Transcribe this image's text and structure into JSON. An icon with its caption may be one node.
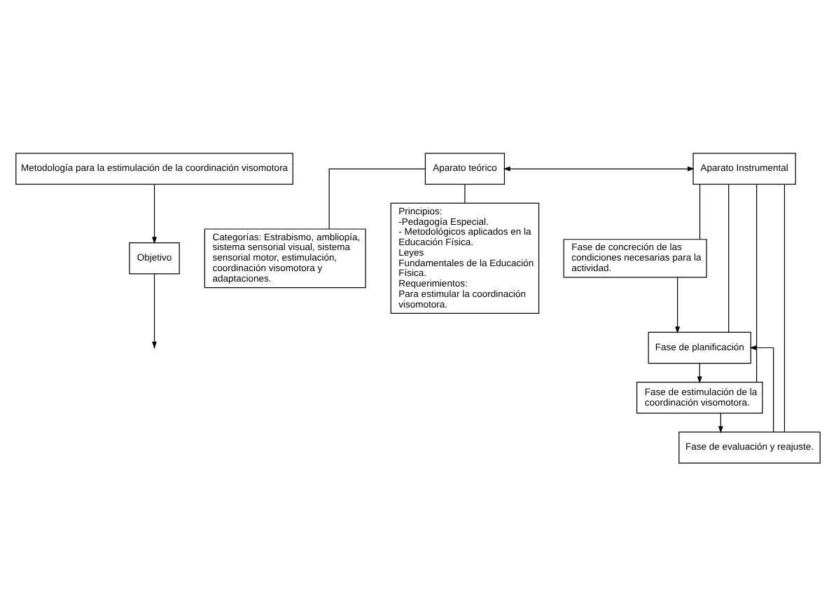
{
  "diagram": {
    "nodes": [
      {
        "text": [
          "Metodología para la estimulación de la coordinación visomotora"
        ]
      },
      {
        "text": [
          "Objetivo"
        ]
      },
      {
        "text": [
          "Aparato teórico"
        ]
      },
      {
        "text": [
          "Aparato Instrumental"
        ]
      },
      {
        "text": [
          "Categorías: Estrabismo, ambliopía, sistema sensorial visual, sistema sensorial motor, estimulación, coordinación visomotora y adaptaciones."
        ]
      },
      {
        "text": [
          "Principios:",
          "-Pedagogía Especial.",
          "- Metodológicos aplicados en la Educación Física.",
          "Leyes",
          "Fundamentales de la Educación Física.",
          "Requerimientos:",
          "Para estimular la coordinación visomotora."
        ]
      },
      {
        "text": [
          "Fase de concreción de las condiciones necesarias para la actividad."
        ]
      },
      {
        "text": [
          "Fase de planificación"
        ]
      },
      {
        "text": [
          "Fase de estimulación de la coordinación visomotora."
        ]
      },
      {
        "text": [
          "Fase de evaluación y reajuste."
        ]
      }
    ],
    "edges": [
      {
        "from": 0,
        "to": 1,
        "arrow": "to"
      },
      {
        "from": 1,
        "to": null,
        "arrow": "to"
      },
      {
        "from": 2,
        "to": 3,
        "arrow": "both"
      },
      {
        "from": 2,
        "to": 4,
        "arrow": "none"
      },
      {
        "from": 2,
        "to": 5,
        "arrow": "none"
      },
      {
        "from": 3,
        "to": 6,
        "arrow": "none"
      },
      {
        "from": 3,
        "to": 7,
        "arrow": "none"
      },
      {
        "from": 3,
        "to": 8,
        "arrow": "none"
      },
      {
        "from": 3,
        "to": 9,
        "arrow": "none"
      },
      {
        "from": 6,
        "to": 7,
        "arrow": "to"
      },
      {
        "from": 7,
        "to": 8,
        "arrow": "to"
      },
      {
        "from": 8,
        "to": 9,
        "arrow": "to"
      },
      {
        "from": 9,
        "to": 7,
        "arrow": "to"
      }
    ]
  }
}
